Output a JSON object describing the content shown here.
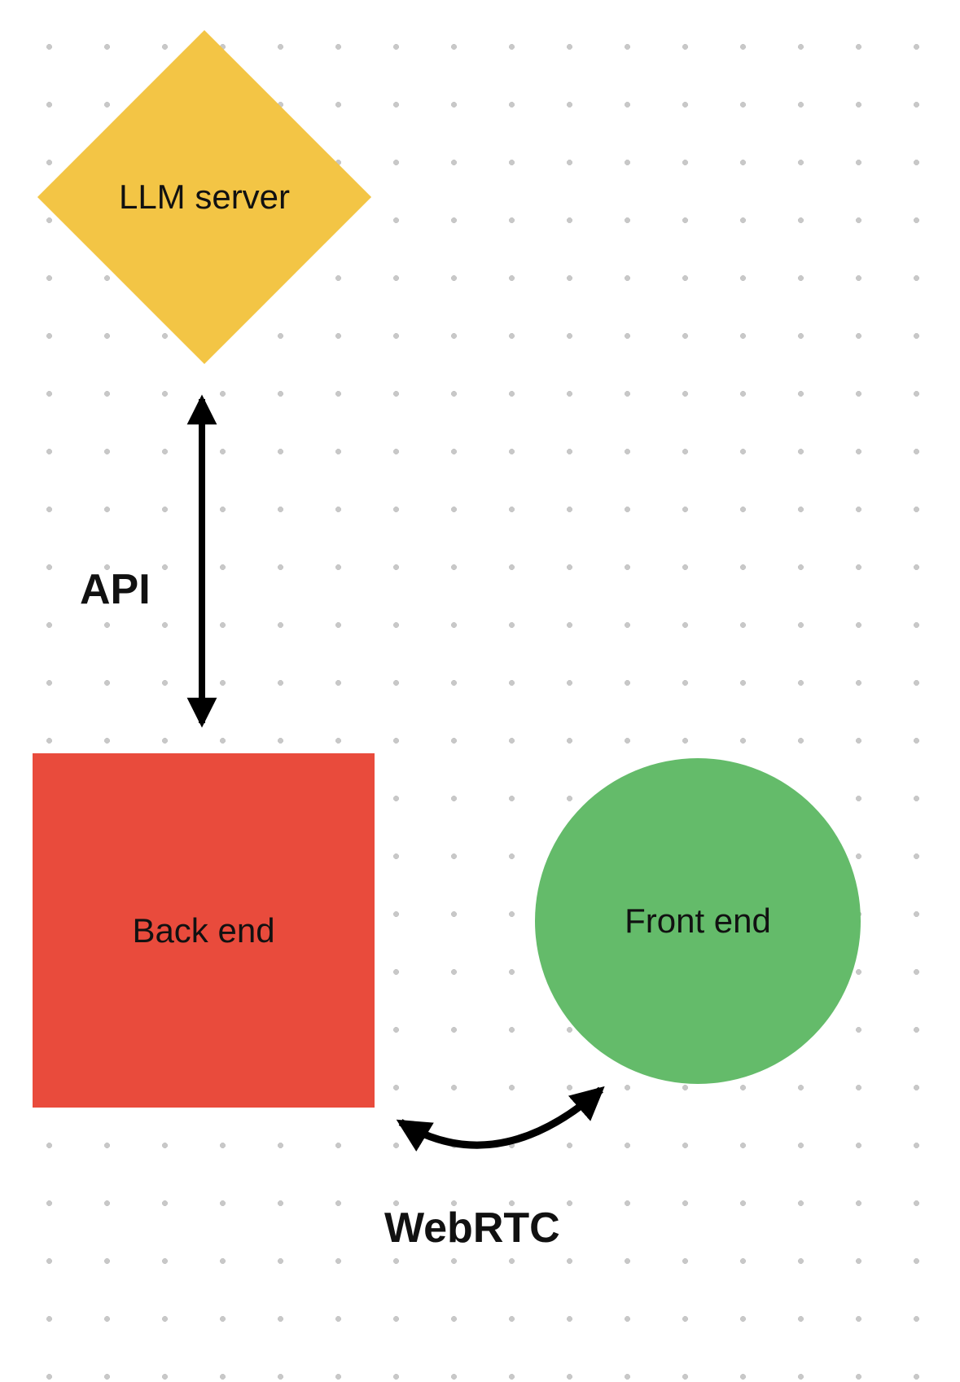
{
  "diagram": {
    "background": {
      "style": "dotted-grid",
      "dot_color": "#c8c8c8",
      "page_color": "#ffffff"
    },
    "nodes": [
      {
        "id": "llm-server",
        "label": "LLM server",
        "shape": "diamond",
        "color": "#f3c545"
      },
      {
        "id": "back-end",
        "label": "Back end",
        "shape": "square",
        "color": "#e94b3c"
      },
      {
        "id": "front-end",
        "label": "Front end",
        "shape": "circle",
        "color": "#64bb6a"
      }
    ],
    "edges": [
      {
        "id": "api",
        "label": "API",
        "type": "double-headed-arrow",
        "from": "llm-server",
        "to": "back-end",
        "color": "#000000"
      },
      {
        "id": "webrtc",
        "label": "WebRTC",
        "type": "double-headed-curved-arrow",
        "from": "back-end",
        "to": "front-end",
        "color": "#000000"
      }
    ]
  }
}
